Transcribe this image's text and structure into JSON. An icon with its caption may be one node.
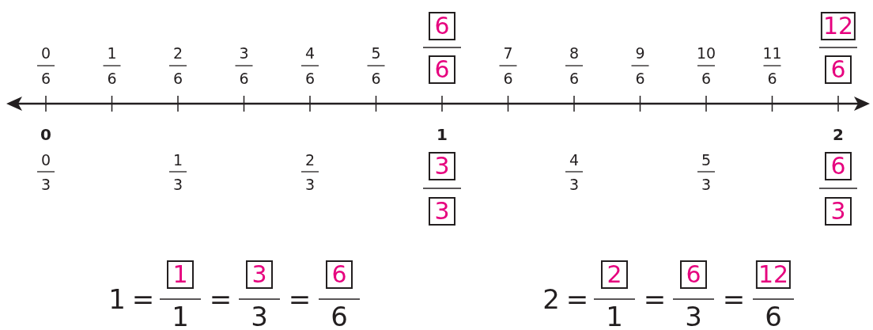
{
  "diagram": {
    "labels": [
      "6",
      "12",
      "0",
      "1",
      "2",
      "3",
      "4",
      "5",
      "7",
      "8",
      "9",
      "10",
      "11",
      "6",
      "6",
      "6",
      "6",
      "6",
      "6",
      "6",
      "6",
      "6",
      "6",
      "6",
      "6",
      "6",
      "0",
      "1",
      "2",
      "0",
      "1",
      "2",
      "3",
      "4",
      "5",
      "6",
      "3",
      "3",
      "3",
      "3",
      "3",
      "3",
      "3",
      "1",
      "=",
      "1",
      "=",
      "3",
      "=",
      "6",
      "1",
      "3",
      "6",
      "2",
      "=",
      "2",
      "=",
      "6",
      "=",
      "12",
      "1",
      "3",
      "6"
    ]
  }
}
